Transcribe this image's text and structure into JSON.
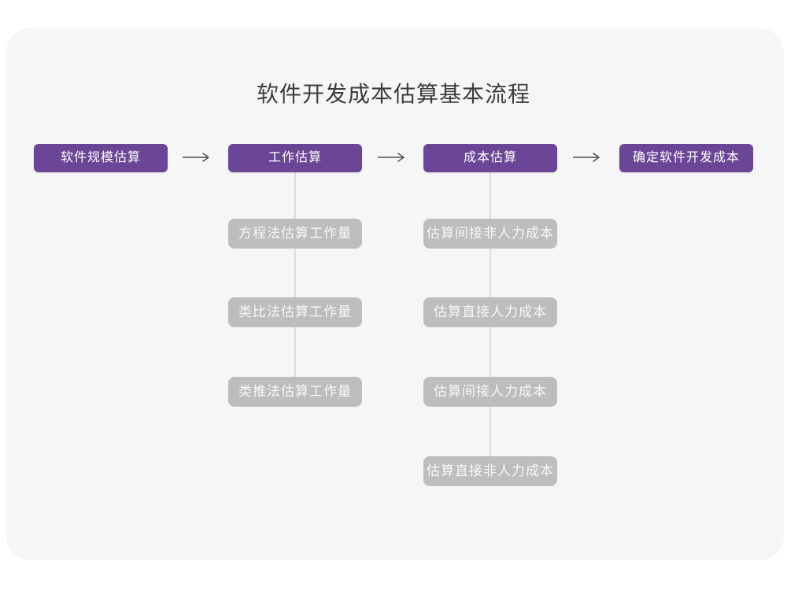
{
  "title": "软件开发成本估算基本流程",
  "theme": {
    "page_background": "#ffffff",
    "card_background": "#f6f6f6",
    "stage_color": "#6b4596",
    "stage_text_color": "#ffffff",
    "sub_node_color": "#bdbdbd",
    "sub_node_text_color": "#f7f7f7",
    "arrow_color": "#4d4d4d",
    "connector_color": "#dcdcdc",
    "title_color": "#3d3d3d"
  },
  "flow": {
    "stages": [
      {
        "label": "软件规模估算",
        "children": []
      },
      {
        "label": "工作估算",
        "children": [
          "方程法估算工作量",
          "类比法估算工作量",
          "类推法估算工作量"
        ]
      },
      {
        "label": "成本估算",
        "children": [
          "估算间接非人力成本",
          "估算直接人力成本",
          "估算间接人力成本",
          "估算直接非人力成本"
        ]
      },
      {
        "label": "确定软件开发成本",
        "children": []
      }
    ]
  }
}
